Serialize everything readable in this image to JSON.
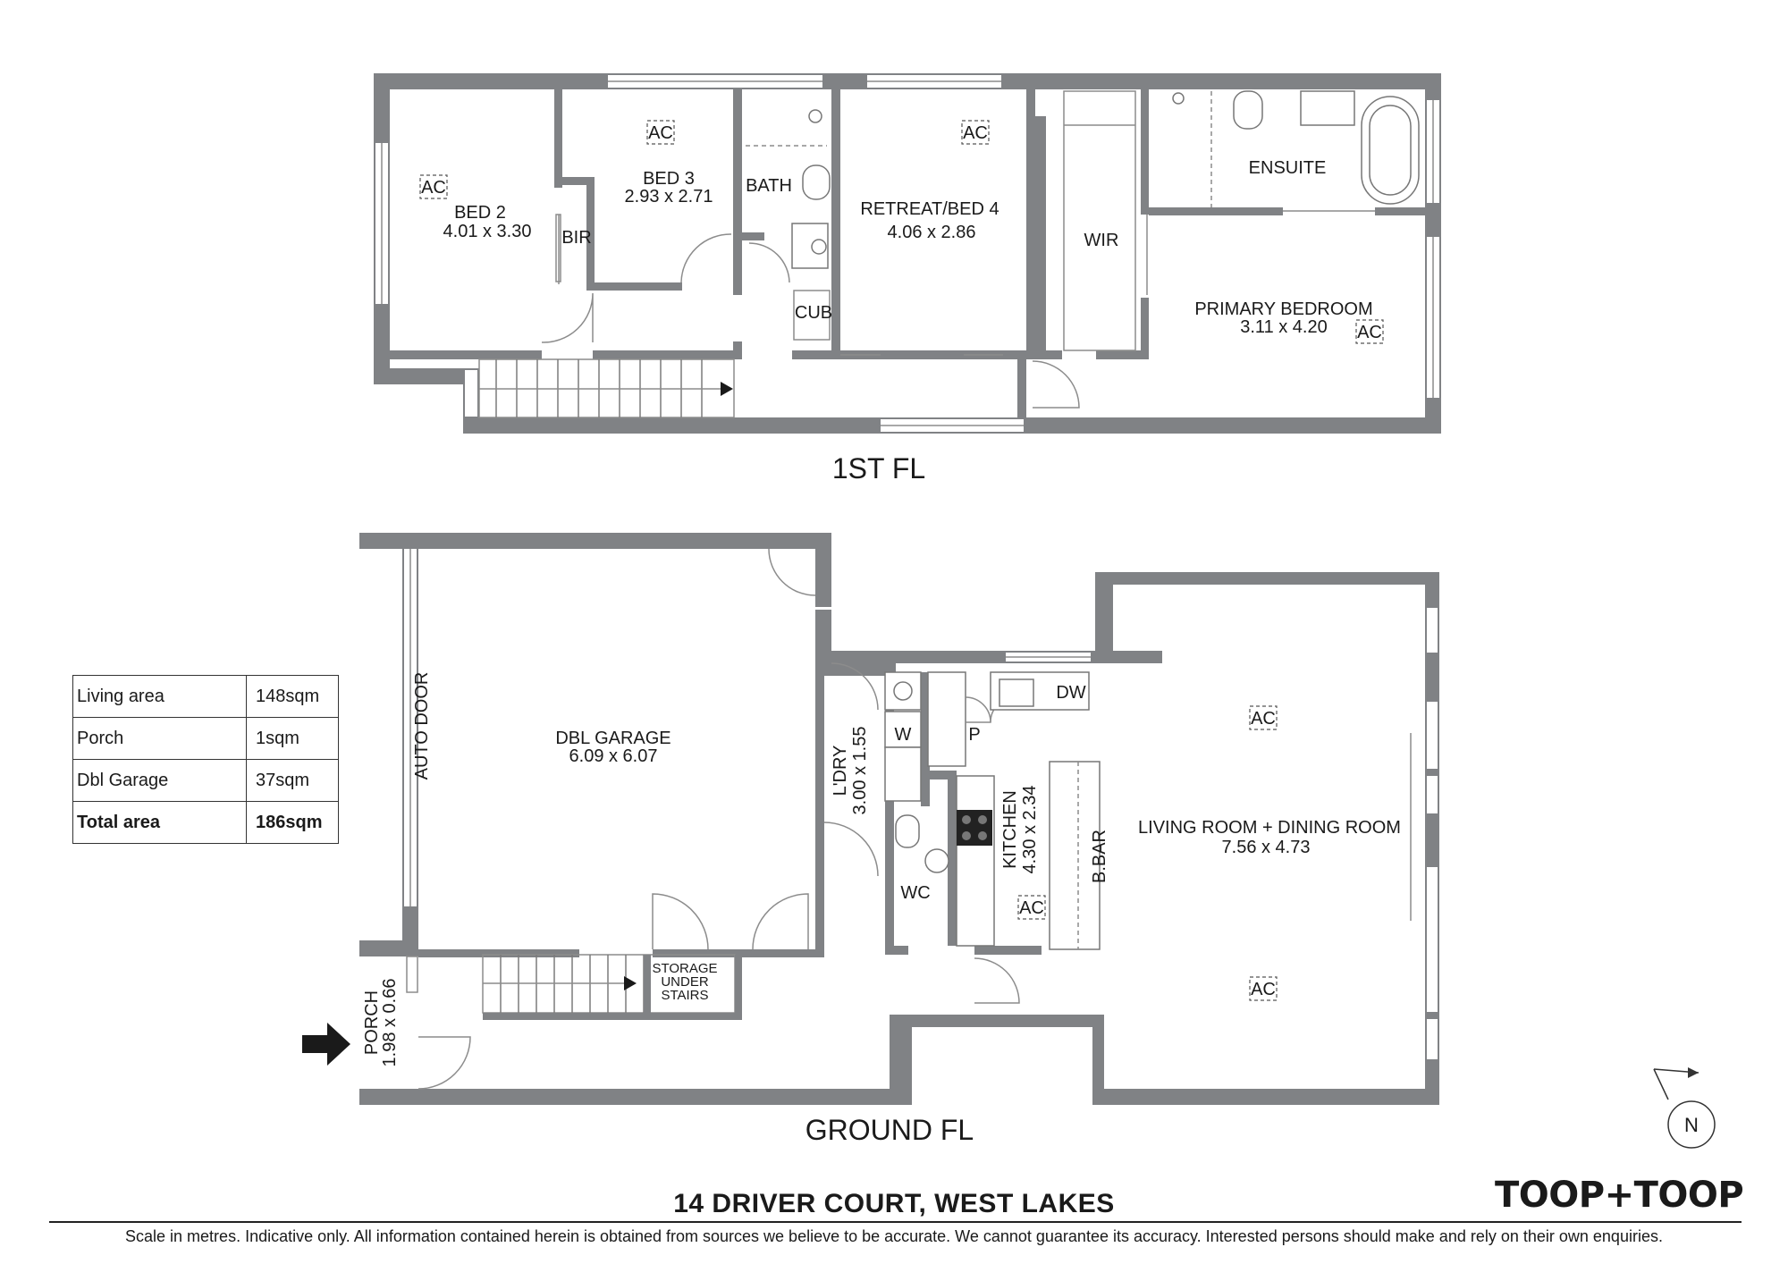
{
  "floors": {
    "first_label": "1ST FL",
    "ground_label": "GROUND FL"
  },
  "rooms": {
    "bed2": {
      "name": "BED 2",
      "dims": "4.01 x 3.30"
    },
    "bir": {
      "name": "BIR"
    },
    "bed3": {
      "name": "BED 3",
      "dims": "2.93 x 2.71"
    },
    "bath": {
      "name": "BATH"
    },
    "cub": {
      "name": "CUB"
    },
    "retreat": {
      "name": "RETREAT/BED 4",
      "dims": "4.06 x 2.86"
    },
    "wir": {
      "name": "WIR"
    },
    "ensuite": {
      "name": "ENSUITE"
    },
    "primary": {
      "name": "PRIMARY BEDROOM",
      "dims": "3.11 x 4.20"
    },
    "auto_door": {
      "name": "AUTO DOOR"
    },
    "garage": {
      "name": "DBL GARAGE",
      "dims": "6.09 x 6.07"
    },
    "laundry": {
      "name": "L'DRY",
      "dims": "3.00 x 1.55"
    },
    "w": {
      "name": "W"
    },
    "p": {
      "name": "P"
    },
    "dw": {
      "name": "DW"
    },
    "wc": {
      "name": "WC"
    },
    "kitchen": {
      "name": "KITCHEN",
      "dims": "4.30 x 2.34"
    },
    "bbar": {
      "name": "B.BAR"
    },
    "living": {
      "name": "LIVING ROOM + DINING ROOM",
      "dims": "7.56 x 4.73"
    },
    "storage": {
      "line1": "STORAGE",
      "line2": "UNDER",
      "line3": "STAIRS"
    },
    "porch": {
      "name": "PORCH",
      "dims": "1.98 x 0.66"
    }
  },
  "ac_label": "AC",
  "north_label": "N",
  "area_table": [
    {
      "label": "Living area",
      "value": "148sqm"
    },
    {
      "label": "Porch",
      "value": "1sqm"
    },
    {
      "label": "Dbl Garage",
      "value": "37sqm"
    },
    {
      "label": "Total area",
      "value": "186sqm"
    }
  ],
  "address": "14 DRIVER COURT, WEST LAKES",
  "brand": "TOOP+TOOP",
  "disclaimer": "Scale in metres. Indicative only. All information contained herein is obtained from sources we believe to be accurate. We cannot guarantee its accuracy. Interested persons should make and rely on their own enquiries."
}
